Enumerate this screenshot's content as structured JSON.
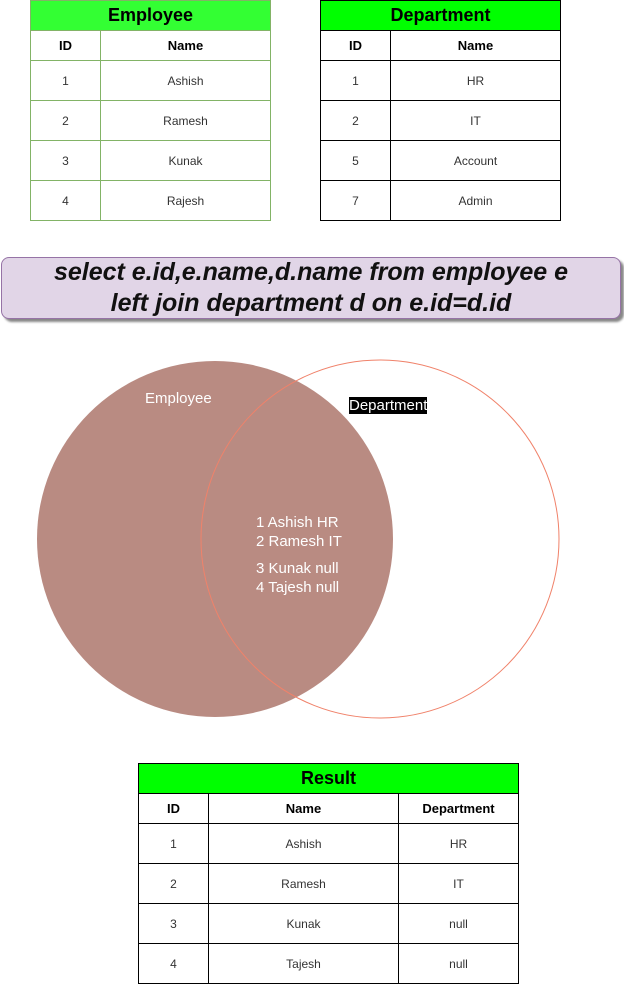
{
  "employee": {
    "title": "Employee",
    "headers": [
      "ID",
      "Name"
    ],
    "rows": [
      [
        "1",
        "Ashish"
      ],
      [
        "2",
        "Ramesh"
      ],
      [
        "3",
        "Kunak"
      ],
      [
        "4",
        "Rajesh"
      ]
    ]
  },
  "department": {
    "title": "Department",
    "headers": [
      "ID",
      "Name"
    ],
    "rows": [
      [
        "1",
        "HR"
      ],
      [
        "2",
        "IT"
      ],
      [
        "5",
        "Account"
      ],
      [
        "7",
        "Admin"
      ]
    ]
  },
  "query": "select e.id,e.name,d.name from employee e\nleft join  department d on e.id=d.id",
  "venn": {
    "left_label": "Employee",
    "right_label": "Department",
    "lines": [
      "1 Ashish  HR",
      "2 Ramesh IT",
      "3 Kunak  null",
      "4 Tajesh null"
    ],
    "left_color": "#b98b82",
    "right_stroke": "#f0826a"
  },
  "result": {
    "title": "Result",
    "headers": [
      "ID",
      "Name",
      "Department"
    ],
    "rows": [
      [
        "1",
        "Ashish",
        "HR"
      ],
      [
        "2",
        "Ramesh",
        "IT"
      ],
      [
        "3",
        "Kunak",
        "null"
      ],
      [
        "4",
        "Tajesh",
        "null"
      ]
    ]
  }
}
